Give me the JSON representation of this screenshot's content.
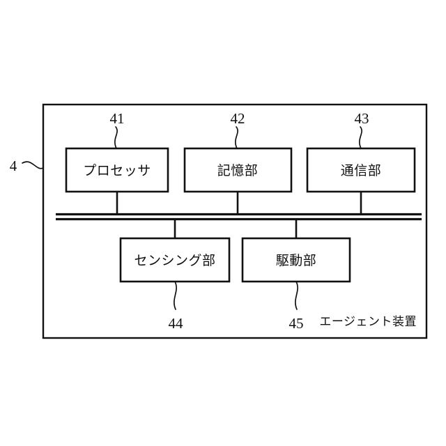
{
  "figure": {
    "kind": "patent-block-diagram",
    "background_color": "#ffffff",
    "line_color": "#111111",
    "device_label": "エージェント装置",
    "device_reference": "4"
  },
  "blocks": [
    {
      "id": "processor",
      "label": "プロセッサ",
      "reference": "41",
      "row": "upper"
    },
    {
      "id": "storage",
      "label": "記憶部",
      "reference": "42",
      "row": "upper"
    },
    {
      "id": "comm",
      "label": "通信部",
      "reference": "43",
      "row": "upper"
    },
    {
      "id": "sensing",
      "label": "センシング部",
      "reference": "44",
      "row": "lower"
    },
    {
      "id": "drive",
      "label": "駆動部",
      "reference": "45",
      "row": "lower"
    }
  ],
  "bus": {
    "name": "internal-bus",
    "style": "double-line"
  }
}
